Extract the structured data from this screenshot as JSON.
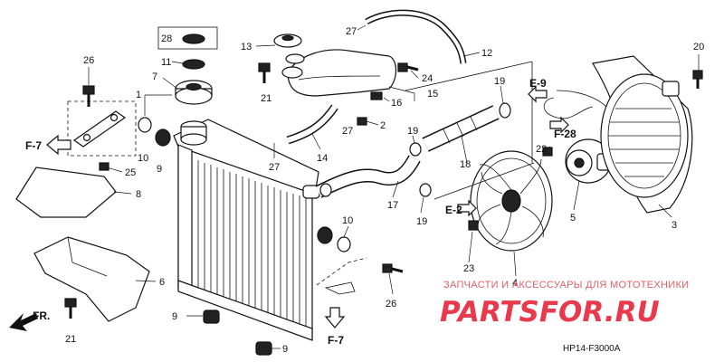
{
  "diagram": {
    "callouts": [
      {
        "id": "c28",
        "text": "28"
      },
      {
        "id": "c11",
        "text": "11"
      },
      {
        "id": "c7",
        "text": "7"
      },
      {
        "id": "c26a",
        "text": "26"
      },
      {
        "id": "c1",
        "text": "1"
      },
      {
        "id": "c13",
        "text": "13"
      },
      {
        "id": "c21a",
        "text": "21"
      },
      {
        "id": "c27a",
        "text": "27"
      },
      {
        "id": "c12",
        "text": "12"
      },
      {
        "id": "c24",
        "text": "24"
      },
      {
        "id": "c15",
        "text": "15"
      },
      {
        "id": "c16",
        "text": "16"
      },
      {
        "id": "c27b",
        "text": "27"
      },
      {
        "id": "c2",
        "text": "2"
      },
      {
        "id": "c14",
        "text": "14"
      },
      {
        "id": "c27c",
        "text": "27"
      },
      {
        "id": "c10a",
        "text": "10"
      },
      {
        "id": "c9a",
        "text": "9"
      },
      {
        "id": "c25",
        "text": "25"
      },
      {
        "id": "c8",
        "text": "8"
      },
      {
        "id": "c6",
        "text": "6"
      },
      {
        "id": "c21b",
        "text": "21"
      },
      {
        "id": "c9b",
        "text": "9"
      },
      {
        "id": "c9c",
        "text": "9"
      },
      {
        "id": "c10b",
        "text": "10"
      },
      {
        "id": "c26b",
        "text": "26"
      },
      {
        "id": "c19a",
        "text": "19"
      },
      {
        "id": "c19b",
        "text": "19"
      },
      {
        "id": "c19c",
        "text": "19"
      },
      {
        "id": "c18",
        "text": "18"
      },
      {
        "id": "c17",
        "text": "17"
      },
      {
        "id": "c22",
        "text": "22"
      },
      {
        "id": "c5",
        "text": "5"
      },
      {
        "id": "c3",
        "text": "3"
      },
      {
        "id": "c20",
        "text": "20"
      },
      {
        "id": "c23",
        "text": "23"
      },
      {
        "id": "c4",
        "text": "4"
      }
    ],
    "refs": [
      {
        "id": "rF7a",
        "text": "F-7"
      },
      {
        "id": "rE9",
        "text": "E-9"
      },
      {
        "id": "rF28",
        "text": "F-28"
      },
      {
        "id": "rE2",
        "text": "E-2"
      },
      {
        "id": "rF7b",
        "text": "F-7"
      }
    ],
    "front_label": "FR.",
    "watermark_line": "ЗАПЧАСТИ И АКСЕССУАРЫ ДЛЯ МОТОТЕХНИКИ",
    "watermark_brand": "PARTSFOR.RU",
    "diagram_code": "HP14-F3000A"
  },
  "colors": {
    "ink": "#111111",
    "background": "#ffffff",
    "watermark": "#e8394d"
  }
}
